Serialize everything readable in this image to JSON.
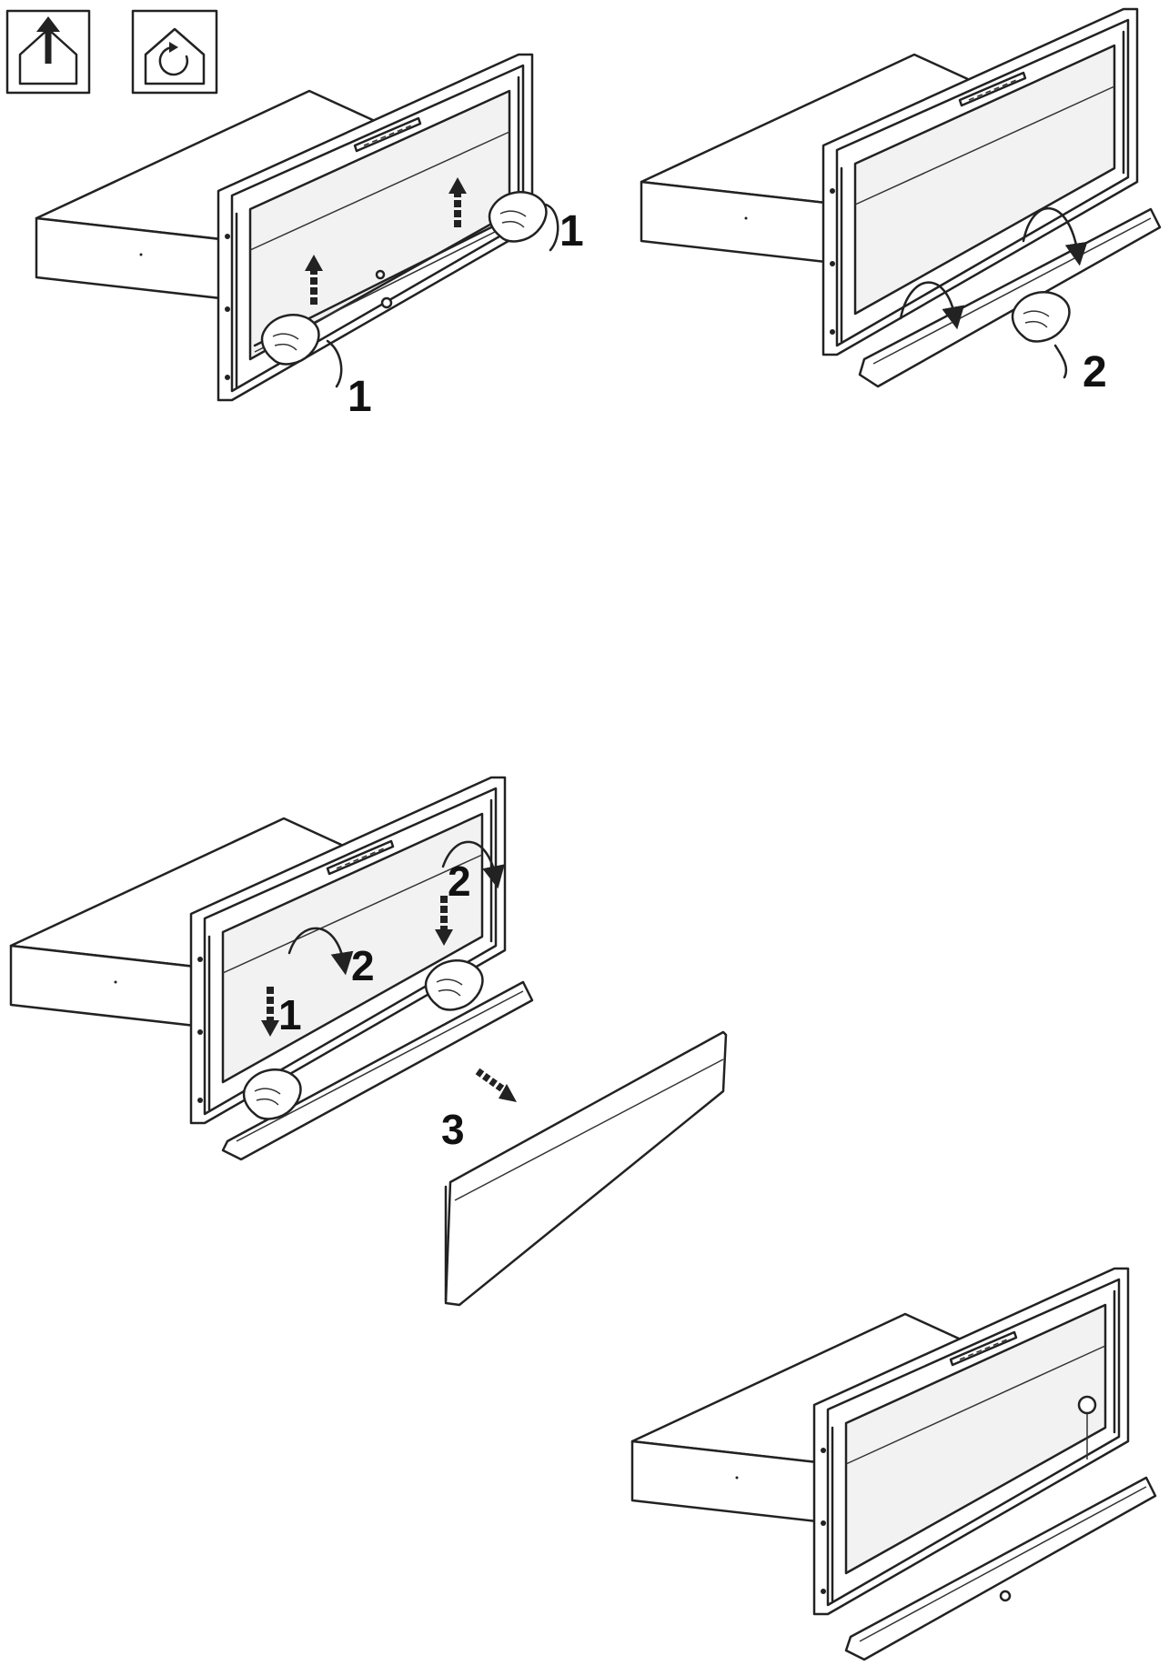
{
  "icons": [
    {
      "name": "vented-extraction-mode",
      "symbol": "house-arrow-up-icon"
    },
    {
      "name": "recirculation-mode",
      "symbol": "house-circular-arrow-icon"
    }
  ],
  "steps": {
    "step_a": {
      "labels": [
        "1",
        "1"
      ]
    },
    "step_b": {
      "labels": [
        "2"
      ]
    },
    "step_c": {
      "labels": [
        "1",
        "2",
        "2",
        "3"
      ]
    }
  },
  "colors": {
    "line": "#222222",
    "background": "#ffffff",
    "panel": "#f2f2f2"
  }
}
